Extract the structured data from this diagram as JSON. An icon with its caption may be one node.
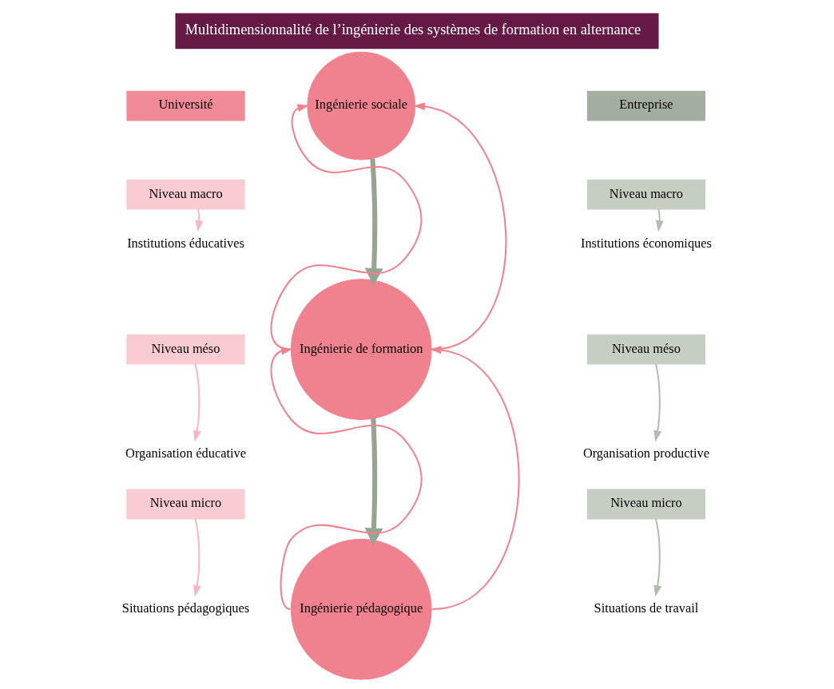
{
  "diagram": {
    "title": "Multidimensionnalité de l’ingénierie des systèmes de formation en alternance",
    "nodes": [
      {
        "text": [
          "Université"
        ]
      },
      {
        "text": [
          "Niveau macro"
        ]
      },
      {
        "text": [
          "Institutions éducatives"
        ]
      },
      {
        "text": [
          "Niveau méso"
        ]
      },
      {
        "text": [
          "Organisation éducative"
        ]
      },
      {
        "text": [
          "Niveau micro"
        ]
      },
      {
        "text": [
          "Situations pédagogiques"
        ]
      },
      {
        "text": [
          "Ingénierie sociale"
        ]
      },
      {
        "text": [
          "Ingénierie de formation"
        ]
      },
      {
        "text": [
          "Ingénierie pédagogique"
        ]
      },
      {
        "text": [
          "Entreprise"
        ]
      },
      {
        "text": [
          "Niveau macro"
        ]
      },
      {
        "text": [
          "Institutions économiques"
        ]
      },
      {
        "text": [
          "Niveau méso"
        ]
      },
      {
        "text": [
          "Organisation productive"
        ]
      },
      {
        "text": [
          "Niveau micro"
        ]
      },
      {
        "text": [
          "Situations de travail"
        ]
      }
    ],
    "edges": [
      {
        "from": 1,
        "to": 2,
        "arrow": "to",
        "color": "#f5b8c4"
      },
      {
        "from": 3,
        "to": 4,
        "arrow": "to",
        "color": "#f5b8c4"
      },
      {
        "from": 5,
        "to": 6,
        "arrow": "to",
        "color": "#f5b8c4"
      },
      {
        "from": 7,
        "to": 8,
        "arrow": "to",
        "style": "thick",
        "color": "#96a592"
      },
      {
        "from": 8,
        "to": 9,
        "arrow": "to",
        "style": "thick",
        "color": "#96a592"
      },
      {
        "from": 8,
        "to": 7,
        "arrow": "to",
        "color": "#f0828f"
      },
      {
        "from": 8,
        "to": 7,
        "arrow": "to",
        "color": "#f0828f"
      },
      {
        "from": 9,
        "to": 8,
        "arrow": "to",
        "color": "#f0828f"
      },
      {
        "from": 9,
        "to": 8,
        "arrow": "to",
        "color": "#f0828f"
      },
      {
        "from": 11,
        "to": 12,
        "arrow": "to",
        "color": "#b3bcb0"
      },
      {
        "from": 13,
        "to": 14,
        "arrow": "to",
        "color": "#b3bcb0"
      },
      {
        "from": 15,
        "to": 16,
        "arrow": "to",
        "color": "#b3bcb0"
      }
    ]
  }
}
